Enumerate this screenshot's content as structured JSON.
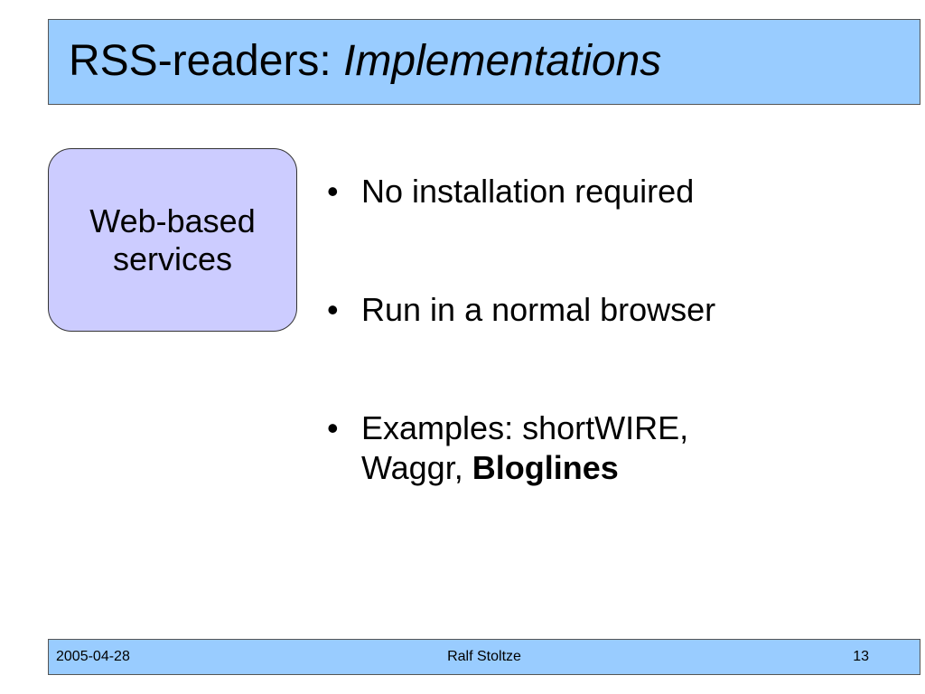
{
  "title": {
    "main": "RSS-readers: ",
    "italic": "Implementations"
  },
  "category": {
    "line1": "Web-based",
    "line2": "services"
  },
  "bullets": [
    {
      "text": "No installation required"
    },
    {
      "text": "Run in a normal browser"
    },
    {
      "text_line1": "Examples: shortWIRE,",
      "text_line2_plain": "Waggr, ",
      "text_line2_bold": "Bloglines"
    }
  ],
  "footer": {
    "date": "2005-04-28",
    "author": "Ralf Stoltze",
    "page_number": "13"
  },
  "colors": {
    "header_background": "#99ccff",
    "category_background": "#ccccff"
  }
}
